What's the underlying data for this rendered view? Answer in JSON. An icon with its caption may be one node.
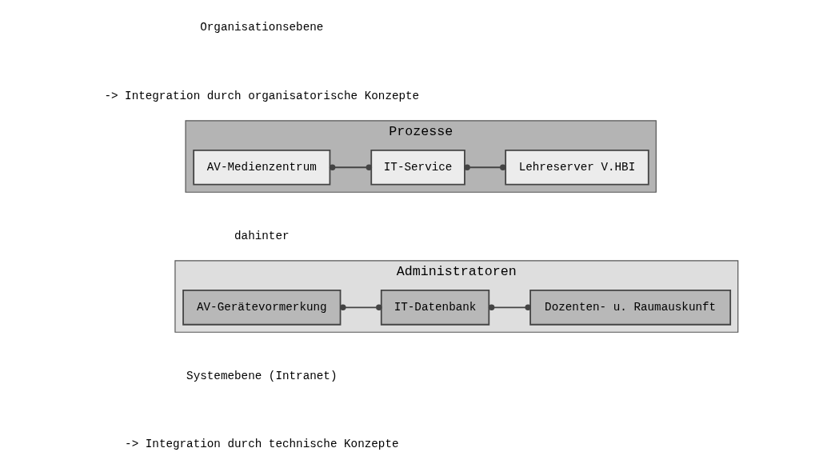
{
  "diagram": {
    "nodes": [
      {
        "text": [
          "Prozesse"
        ]
      },
      {
        "text": [
          "AV-Medienzentrum"
        ],
        "in": 0
      },
      {
        "text": [
          "IT-Service"
        ],
        "in": 0
      },
      {
        "text": [
          "Lehreserver V.HBI"
        ],
        "in": 0
      },
      {
        "text": [
          "Administratoren"
        ]
      },
      {
        "text": [
          "AV-Gerätevormerkung"
        ],
        "in": 4
      },
      {
        "text": [
          "IT-Datenbank"
        ],
        "in": 4
      },
      {
        "text": [
          "Dozenten- u. Raumauskunft"
        ],
        "in": 4
      }
    ],
    "edges": [
      {
        "from": 1,
        "to": 2,
        "arrow": "other"
      },
      {
        "from": 2,
        "to": 3,
        "arrow": "other"
      },
      {
        "from": 5,
        "to": 6,
        "arrow": "other"
      },
      {
        "from": 6,
        "to": 7,
        "arrow": "other"
      }
    ],
    "labels": [
      "Organisationsebene",
      "-> Integration durch organisatorische Konzepte",
      "dahinter",
      "Systemebene (Intranet)",
      "-> Integration durch technische Konzepte"
    ]
  }
}
